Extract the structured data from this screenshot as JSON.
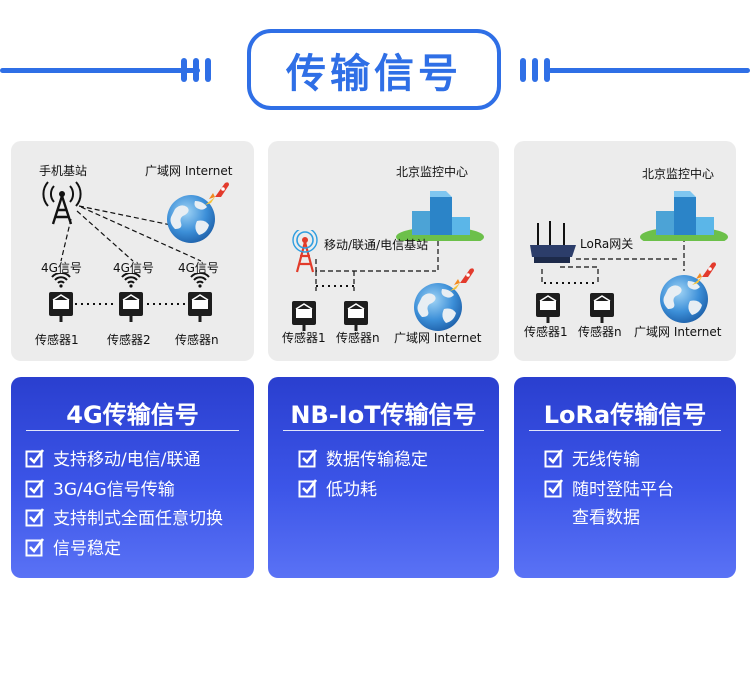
{
  "header": {
    "title": "传输信号"
  },
  "panels": {
    "p1": {
      "base_station": "手机基站",
      "internet": "广域网 Internet",
      "signal_labels": [
        "4G信号",
        "4G信号",
        "4G信号"
      ],
      "sensors": [
        "传感器1",
        "传感器2",
        "传感器n"
      ]
    },
    "p2": {
      "center": "北京监控中心",
      "station": "移动/联通/电信基站",
      "sensors": [
        "传感器1",
        "传感器n"
      ],
      "internet": "广域网 Internet"
    },
    "p3": {
      "center": "北京监控中心",
      "gateway": "LoRa网关",
      "sensors": [
        "传感器1",
        "传感器n"
      ],
      "internet": "广域网 Internet"
    }
  },
  "cards": [
    {
      "title": "4G传输信号",
      "features": [
        "支持移动/电信/联通",
        "3G/4G信号传输",
        "支持制式全面任意切换",
        "信号稳定"
      ]
    },
    {
      "title": "NB-IoT传输信号",
      "features": [
        "数据传输稳定",
        "低功耗"
      ]
    },
    {
      "title": "LoRa传输信号",
      "features": [
        "无线传输",
        "随时登陆平台"
      ],
      "continuation": "查看数据"
    }
  ],
  "icons": [
    "cell-tower-icon",
    "globe-icon",
    "rocket-icon",
    "wifi-signal-icon",
    "sensor-icon",
    "building-icon",
    "router-icon",
    "checkbox-icon"
  ],
  "colors": {
    "accent": "#2f6fe6",
    "card_top": "#2a3fcf",
    "card_bottom": "#5a72f5",
    "panel_bg": "#ececec",
    "tower_red": "#e23b2a"
  }
}
